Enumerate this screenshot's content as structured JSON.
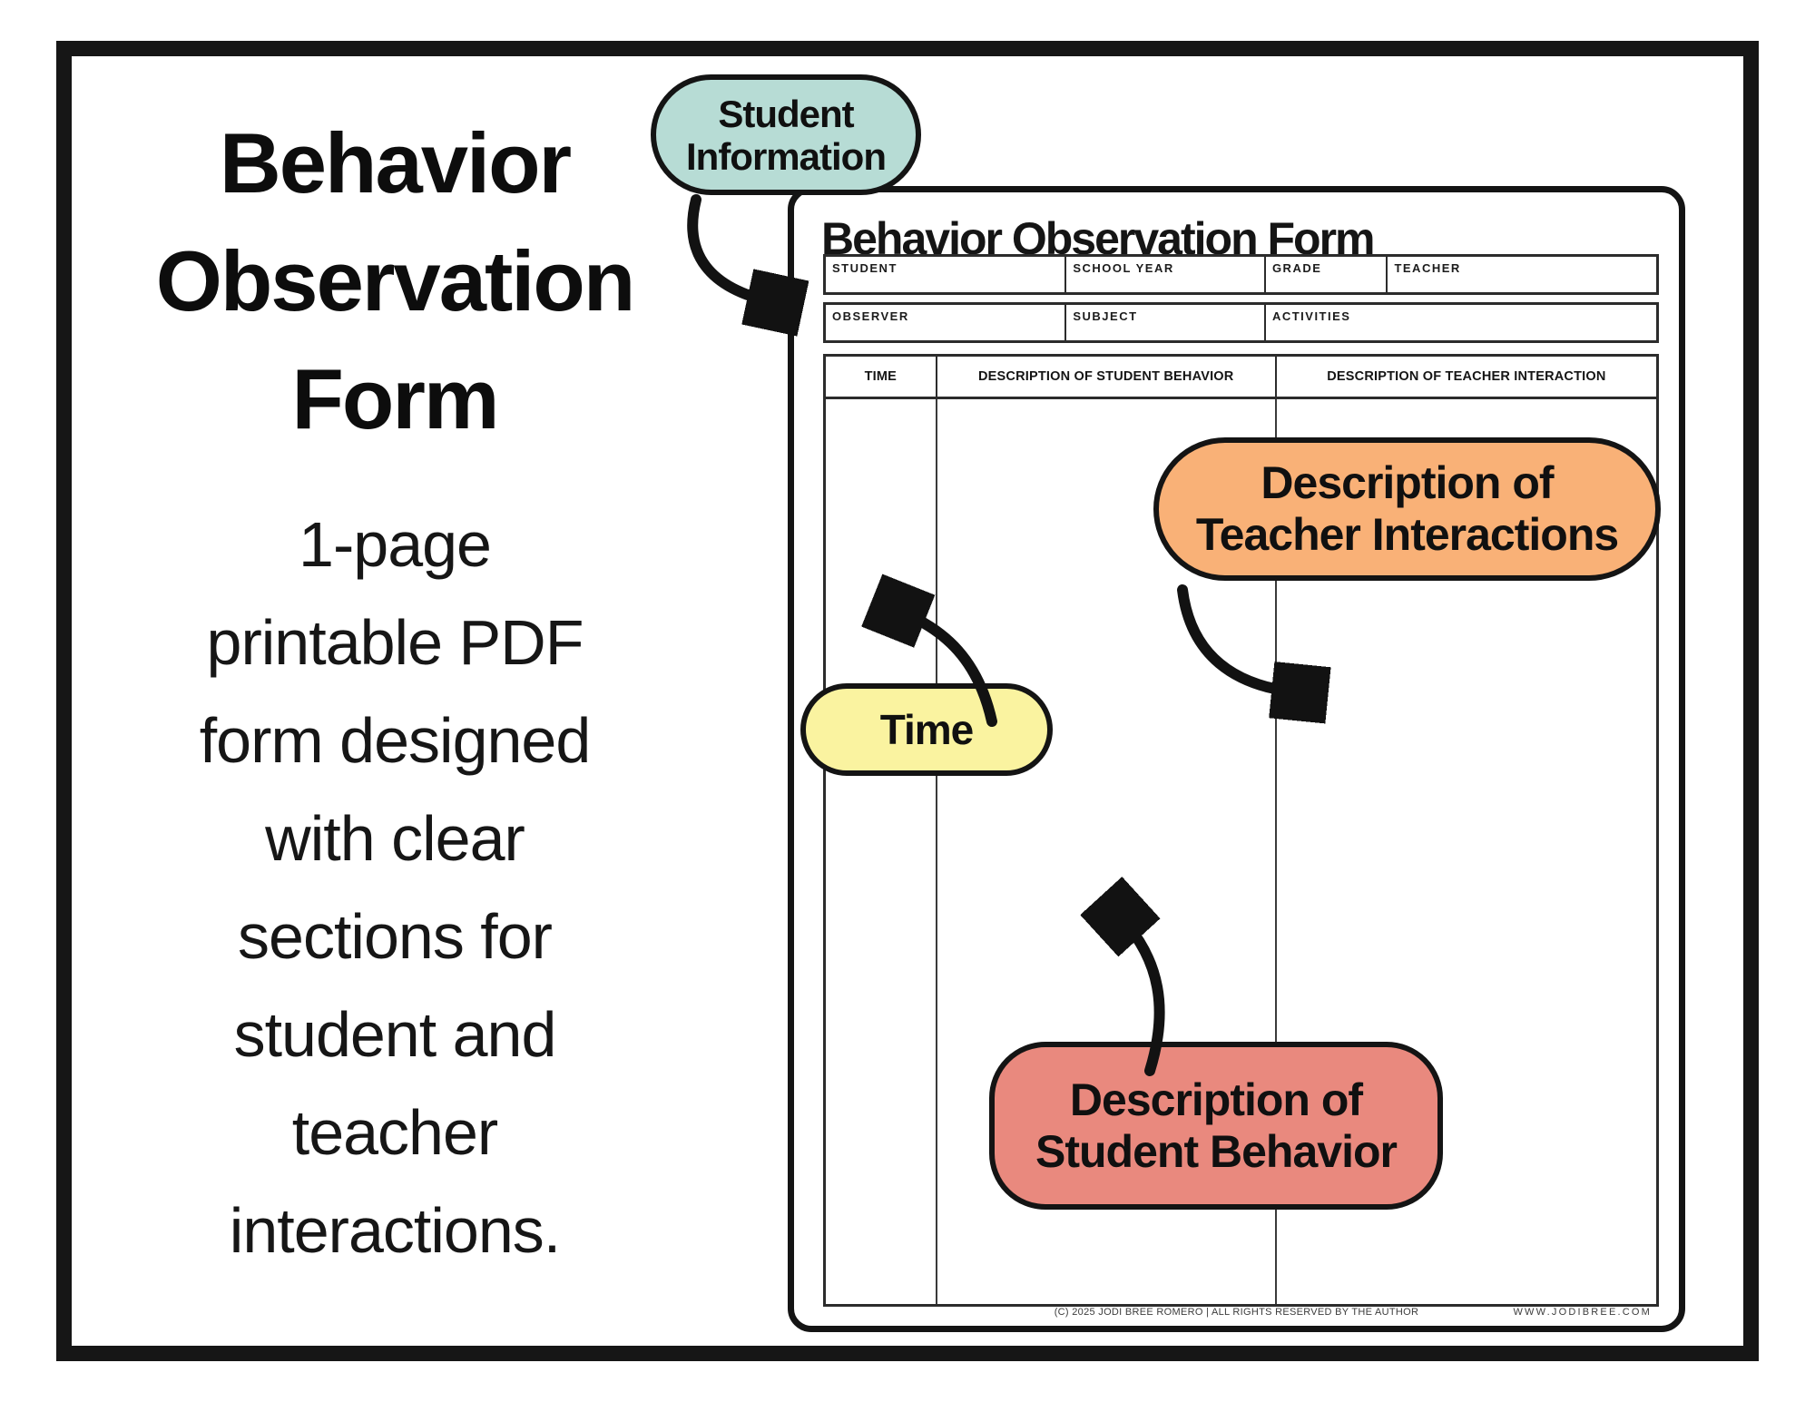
{
  "left_panel": {
    "title_lines": [
      "Behavior",
      "Observation",
      "Form"
    ],
    "description_lines": [
      "1-page",
      "printable PDF",
      "form designed",
      "with clear",
      "sections for",
      "student and",
      "teacher",
      "interactions."
    ]
  },
  "callouts": {
    "student_information": {
      "line1": "Student",
      "line2": "Information",
      "color": "#b7dcd5"
    },
    "teacher_interactions": {
      "line1": "Description of",
      "line2": "Teacher Interactions",
      "color": "#f9b177"
    },
    "time": {
      "label": "Time",
      "color": "#faf3a0"
    },
    "student_behavior": {
      "line1": "Description of",
      "line2": "Student Behavior",
      "color": "#e9897e"
    }
  },
  "form": {
    "title": "Behavior Observation Form",
    "info_row1": [
      "STUDENT",
      "SCHOOL YEAR",
      "GRADE",
      "TEACHER"
    ],
    "info_row2": [
      "OBSERVER",
      "SUBJECT",
      "ACTIVITIES"
    ],
    "table_headers": [
      "TIME",
      "DESCRIPTION OF STUDENT BEHAVIOR",
      "DESCRIPTION OF TEACHER INTERACTION"
    ],
    "footer_copyright": "(C) 2025 JODI BREE ROMERO | ALL RIGHTS RESERVED BY THE AUTHOR",
    "footer_website": "WWW.JODIBREE.COM"
  }
}
